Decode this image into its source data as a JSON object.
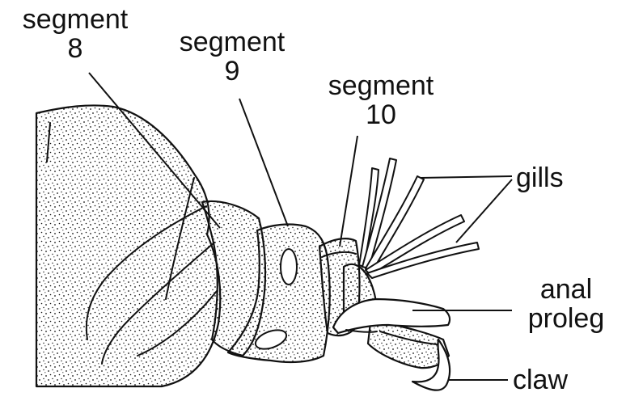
{
  "labels": {
    "segment8": {
      "word": "segment",
      "number": "8"
    },
    "segment9": {
      "word": "segment",
      "number": "9"
    },
    "segment10": {
      "word": "segment",
      "number": "10"
    },
    "gills": "gills",
    "anal_proleg": {
      "line1": "anal",
      "line2": "proleg"
    },
    "claw": "claw"
  },
  "colors": {
    "ink": "#111111",
    "paper": "#ffffff"
  }
}
